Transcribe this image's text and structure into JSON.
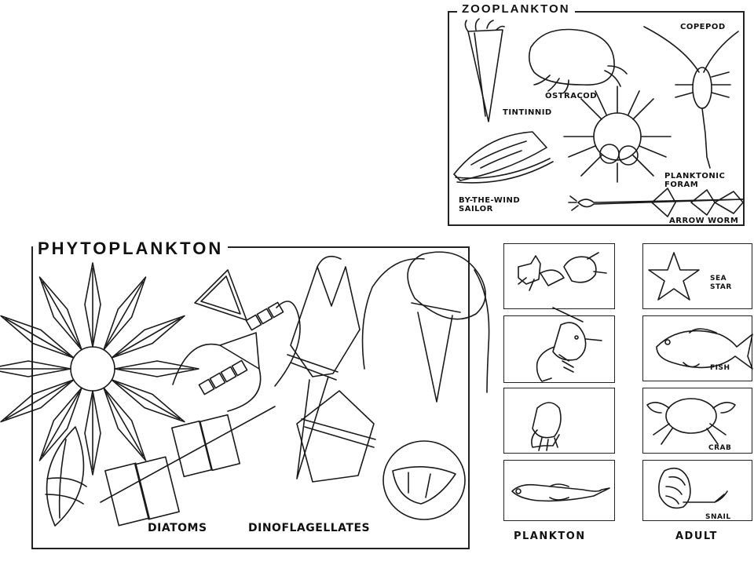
{
  "zooplankton": {
    "title": "ZOOPLANKTON",
    "labels": {
      "tintinnid": "TINTINNID",
      "ostracod": "OSTRACOD",
      "copepod": "COPEPOD",
      "foram": "PLANKTONIC\nFORAM",
      "sailor": "BY-THE-WIND\nSAILOR",
      "arrow_worm": "ARROW WORM"
    }
  },
  "phytoplankton": {
    "title": "PHYTOPLANKTON",
    "labels": {
      "diatoms": "DIATOMS",
      "dinoflagellates": "DINOFLAGELLATES"
    }
  },
  "life_cycle": {
    "plankton_label": "PLANKTON",
    "adult_label": "ADULT",
    "adults": {
      "sea_star": "SEA\nSTAR",
      "fish": "FISH",
      "crab": "CRAB",
      "snail": "SNAIL"
    }
  }
}
